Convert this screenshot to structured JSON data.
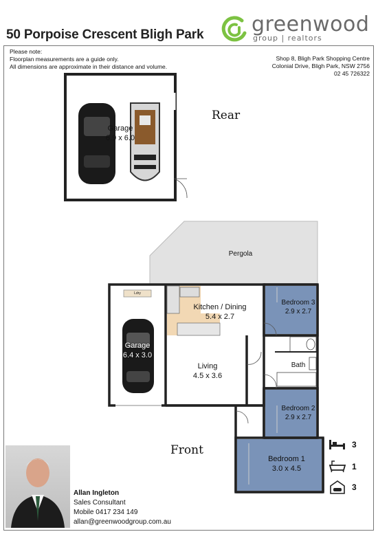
{
  "header": {
    "title": "50 Porpoise Crescent Bligh Park",
    "logo_word": "greenwood",
    "logo_tagline": "group | realtors",
    "brand_color": "#7cc242"
  },
  "note": {
    "heading": "Please note:",
    "line1": "Floorplan measurements are a guide only.",
    "line2": "All dimensions are approximate in their distance and volume."
  },
  "office": {
    "line1": "Shop 8, Bligh Park Shopping Centre",
    "line2": "Colonial Drive,  Bligh Park, NSW 2756",
    "phone": "02 45 726322"
  },
  "plan": {
    "rear_label": "Rear",
    "front_label": "Front",
    "pergola": "Pergola",
    "rear_garage": {
      "name": "Garage",
      "size": "6.9 x 6.0"
    },
    "garage": {
      "name": "Garage",
      "size": "6.4 x 3.0"
    },
    "laundry": "Ldry",
    "kitchen": {
      "name": "Kitchen / Dining",
      "size": "5.4 x 2.7"
    },
    "living": {
      "name": "Living",
      "size": "4.5 x 3.6"
    },
    "bath": "Bath",
    "bedroom3": {
      "name": "Bedroom 3",
      "size": "2.9 x 2.7"
    },
    "bedroom2": {
      "name": "Bedroom 2",
      "size": "2.9 x 2.7"
    },
    "bedroom1": {
      "name": "Bedroom 1",
      "size": "3.0 x 4.5"
    },
    "bedroom_color": "#7a93b8",
    "kitchen_floor_color": "#f2d8b4",
    "pergola_color": "#e2e2e2"
  },
  "stats": {
    "bedrooms": "3",
    "bathrooms": "1",
    "car_spaces": "3",
    "bed_icon": "bed-icon",
    "bath_icon": "bath-icon",
    "car_icon": "car-icon"
  },
  "agent": {
    "name": "Allan Ingleton",
    "role": "Sales Consultant",
    "mobile": "Mobile  0417 234 149",
    "email": "allan@greenwoodgroup.com.au"
  }
}
